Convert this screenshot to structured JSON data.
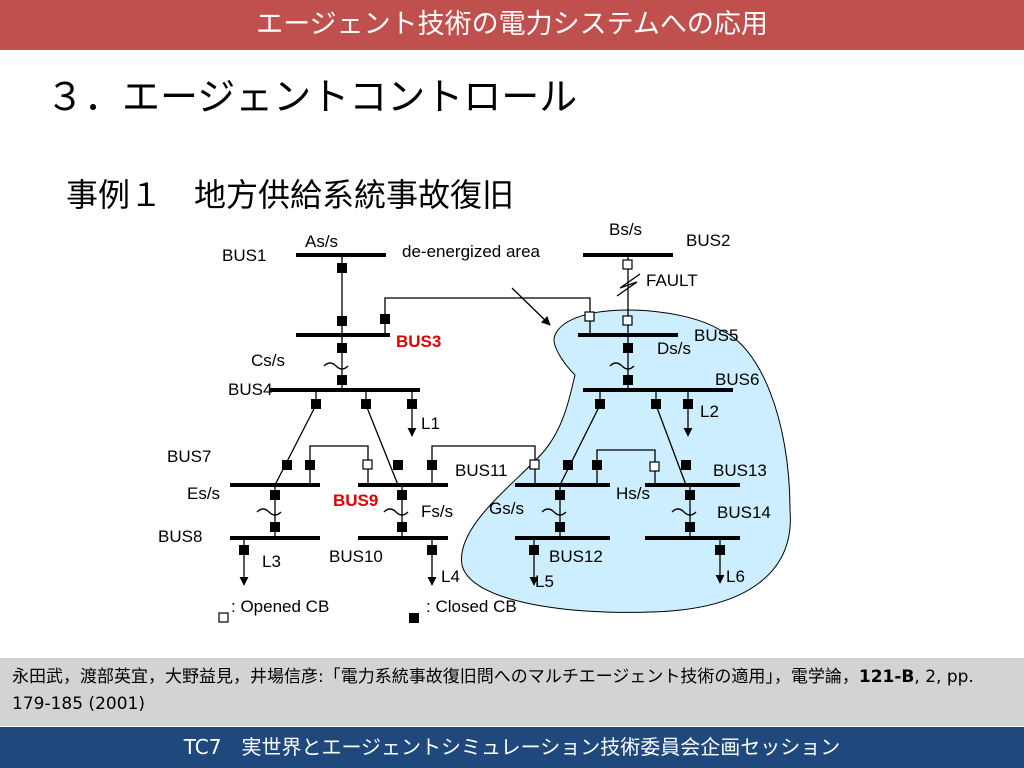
{
  "header": {
    "title": "エージェント技術の電力システムへの応用"
  },
  "slide": {
    "heading": "３．エージェントコントロール",
    "subheading": "事例１　地方供給系統事故復旧"
  },
  "diagram": {
    "labels": {
      "bus1": "BUS1",
      "as": "As/s",
      "deenergized": "de-energized area",
      "bs": "Bs/s",
      "bus2": "BUS2",
      "fault": "FAULT",
      "bus3": "BUS3",
      "bus5": "BUS5",
      "cs": "Cs/s",
      "ds": "Ds/s",
      "bus4": "BUS4",
      "bus6": "BUS6",
      "l1": "L1",
      "l2": "L2",
      "bus7": "BUS7",
      "bus11": "BUS11",
      "bus13": "BUS13",
      "es": "Es/s",
      "bus9": "BUS9",
      "fs": "Fs/s",
      "gs": "Gs/s",
      "hs": "Hs/s",
      "bus14": "BUS14",
      "bus8": "BUS8",
      "bus10": "BUS10",
      "bus12": "BUS12",
      "l3": "L3",
      "l4": "L4",
      "l5": "L5",
      "l6": "L6"
    },
    "legend": {
      "opened": ": Opened CB",
      "closed": ": Closed CB"
    },
    "colors": {
      "highlight_text": "#e00000",
      "area_fill": "#cceeff"
    }
  },
  "citation": {
    "text_a": "永田武，渡部英宜，大野益見，井場信彦:「電力系統事故復旧問へのマルチエージェント技術の適用」，電学論，",
    "volume": "121-B",
    "text_b": ", 2, pp. 179-185 (2001)"
  },
  "footer": {
    "text": "TC7　実世界とエージェントシミュレーション技術委員会企画セッション"
  }
}
